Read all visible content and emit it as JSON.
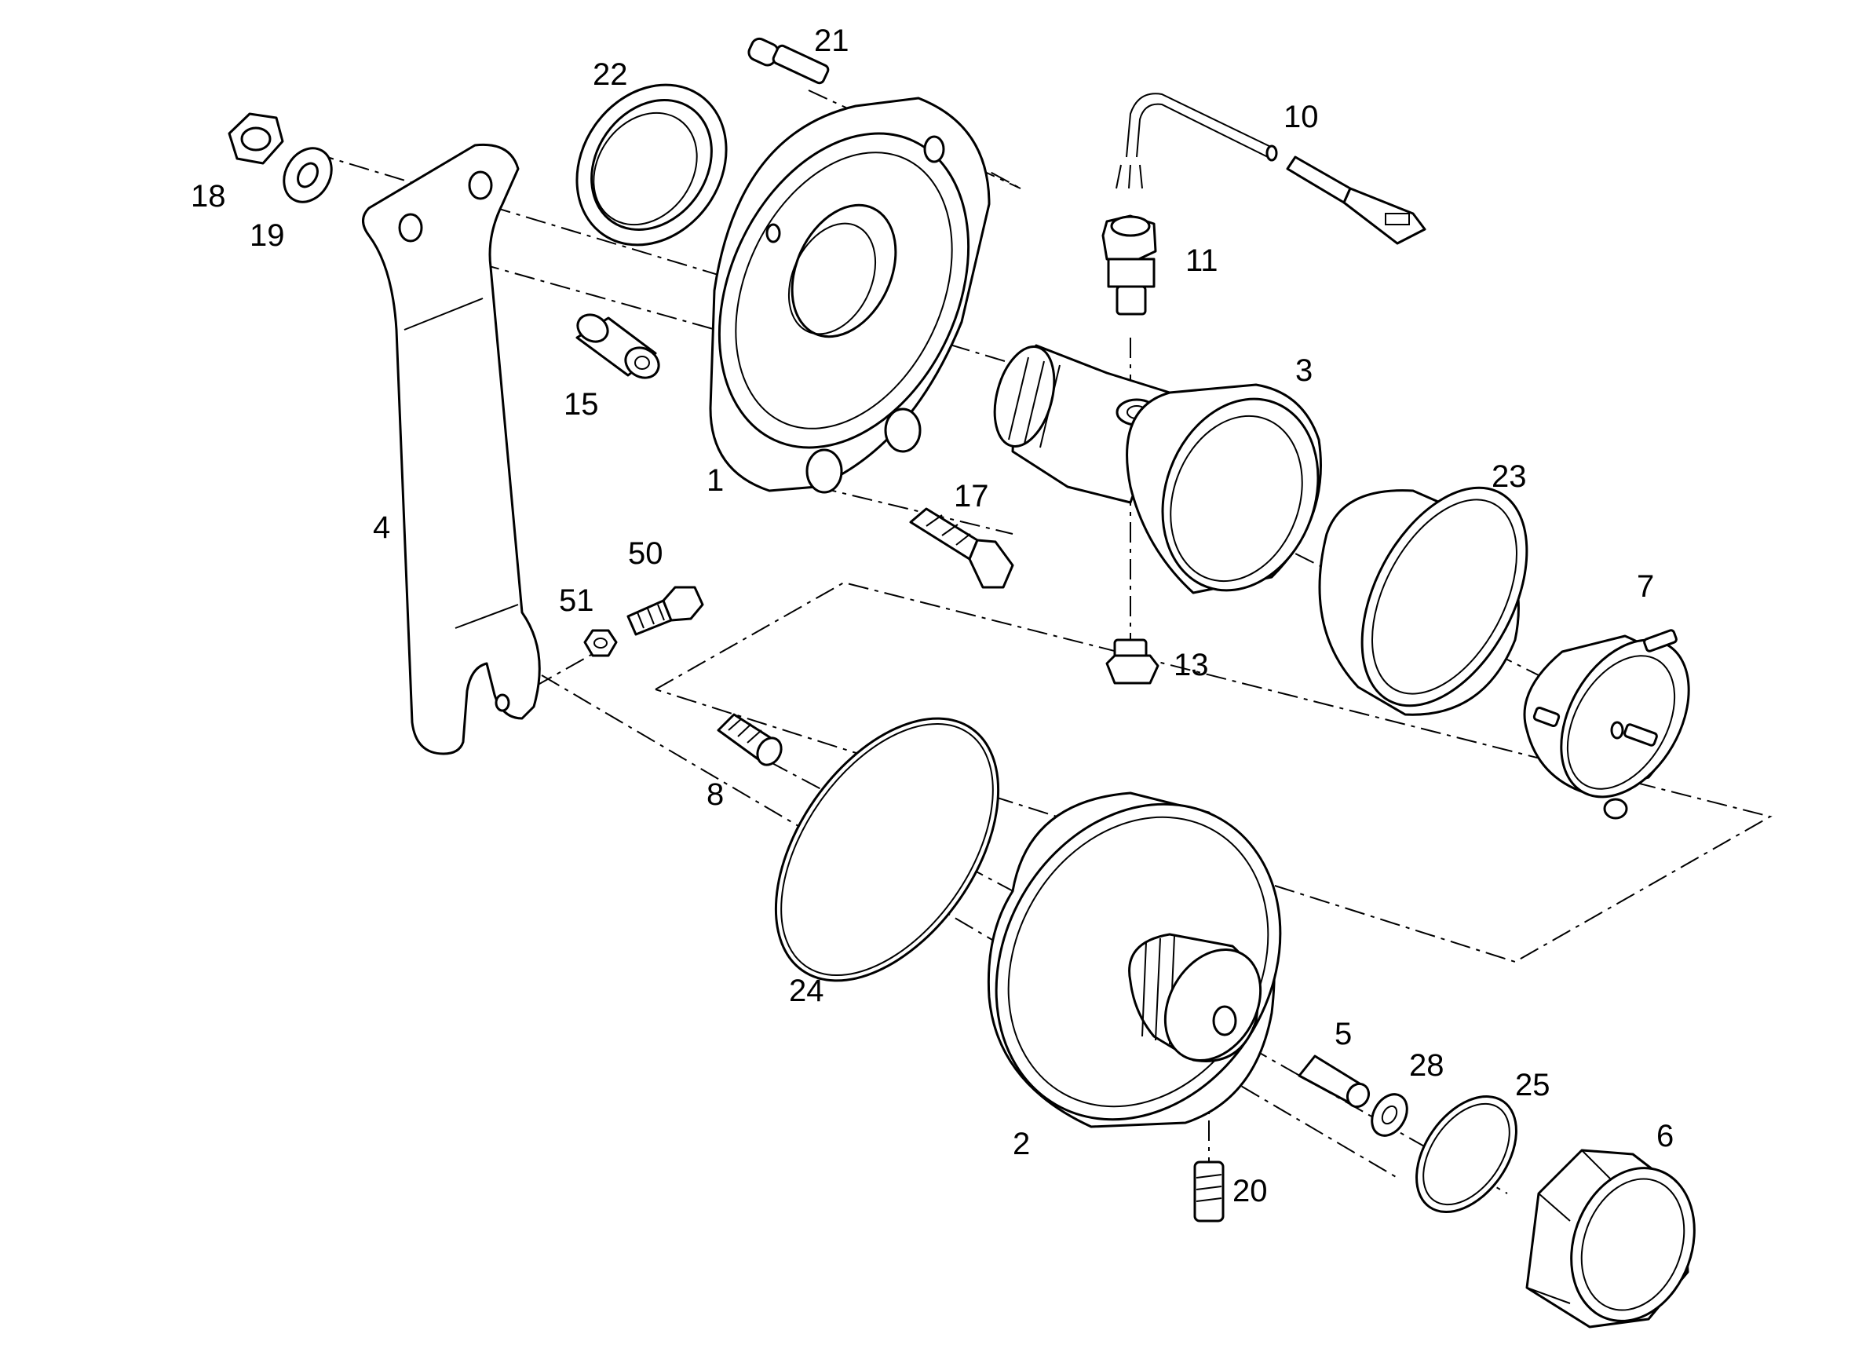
{
  "diagram": {
    "labels": [
      {
        "id": "1",
        "text": "1"
      },
      {
        "id": "2",
        "text": "2"
      },
      {
        "id": "3",
        "text": "3"
      },
      {
        "id": "4",
        "text": "4"
      },
      {
        "id": "5",
        "text": "5"
      },
      {
        "id": "6",
        "text": "6"
      },
      {
        "id": "7",
        "text": "7"
      },
      {
        "id": "8",
        "text": "8"
      },
      {
        "id": "10",
        "text": "10"
      },
      {
        "id": "11",
        "text": "11"
      },
      {
        "id": "13",
        "text": "13"
      },
      {
        "id": "15",
        "text": "15"
      },
      {
        "id": "17",
        "text": "17"
      },
      {
        "id": "18",
        "text": "18"
      },
      {
        "id": "19",
        "text": "19"
      },
      {
        "id": "20",
        "text": "20"
      },
      {
        "id": "21",
        "text": "21"
      },
      {
        "id": "22",
        "text": "22"
      },
      {
        "id": "23",
        "text": "23"
      },
      {
        "id": "24",
        "text": "24"
      },
      {
        "id": "25",
        "text": "25"
      },
      {
        "id": "28",
        "text": "28"
      },
      {
        "id": "50",
        "text": "50"
      },
      {
        "id": "51",
        "text": "51"
      }
    ]
  }
}
